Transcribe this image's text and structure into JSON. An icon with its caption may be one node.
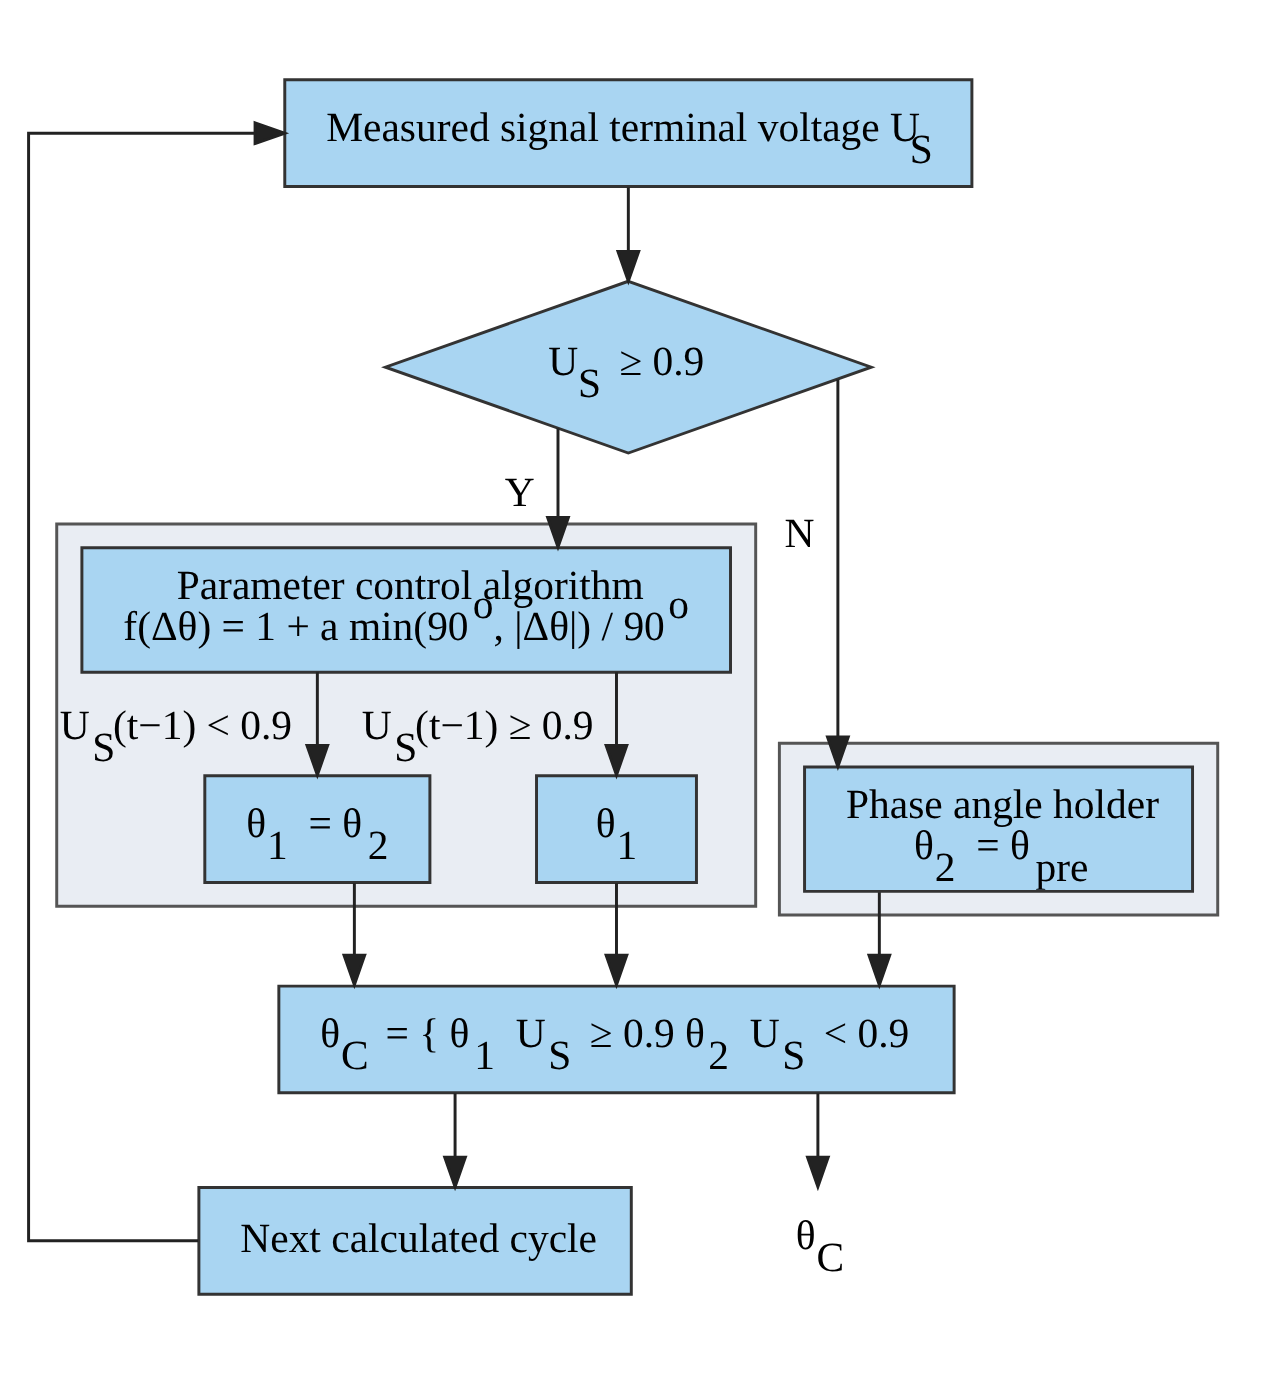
{
  "diagram": {
    "nodes": [
      {
        "text": [
          "Measured signal terminal voltage U$_{S}$"
        ]
      },
      {
        "text": [
          "U$_{S}$ ≥ 0.9"
        ]
      },
      {
        "text": [],
        "shape": "box"
      },
      {
        "text": [
          "Parameter control algorithm",
          "f(Δθ) = 1 + a min(90$^{o}$, |Δθ|) / 90$^{o}$"
        ],
        "in": 2
      },
      {
        "text": [
          "θ$_{1}$ = θ$_{2}$"
        ],
        "in": 2
      },
      {
        "text": [
          "θ$_{1}$"
        ],
        "in": 2
      },
      {
        "text": [],
        "shape": "box"
      },
      {
        "text": [
          "Phase angle holder",
          "θ$_{2}$ = θ$_{pre}$"
        ],
        "in": 6
      },
      {
        "text": [
          "Next calculated cycle"
        ]
      },
      {
        "text": [
          "θ$_{C}$ = { θ$_{1}$ U$_{S}$ ≥ 0.9 θ$_{2}$ U$_{S}$ < 0.9"
        ]
      },
      {
        "text": [
          "θ$_{C}$"
        ]
      }
    ],
    "edges": [
      {
        "from": 0,
        "to": 1,
        "arrow": "to"
      },
      {
        "from": 1,
        "to": 7,
        "arrow": "to",
        "label": "N"
      },
      {
        "from": 1,
        "to": 3,
        "arrow": "to",
        "label": "Y"
      },
      {
        "from": 3,
        "to": 4,
        "arrow": "to",
        "label": "U$_{S}$(t−1) < 0.9"
      },
      {
        "from": 3,
        "to": 5,
        "arrow": "to",
        "label": "U$_{S}$(t−1) ≥ 0.9"
      },
      {
        "from": 4,
        "to": 9,
        "arrow": "to"
      },
      {
        "from": 5,
        "to": 9,
        "arrow": "to"
      },
      {
        "from": 7,
        "to": 9,
        "arrow": "to"
      },
      {
        "from": 9,
        "to": 8,
        "arrow": "to"
      },
      {
        "from": 8,
        "to": 0,
        "arrow": "to"
      },
      {
        "from": 9,
        "to": 10,
        "arrow": "to"
      }
    ]
  }
}
